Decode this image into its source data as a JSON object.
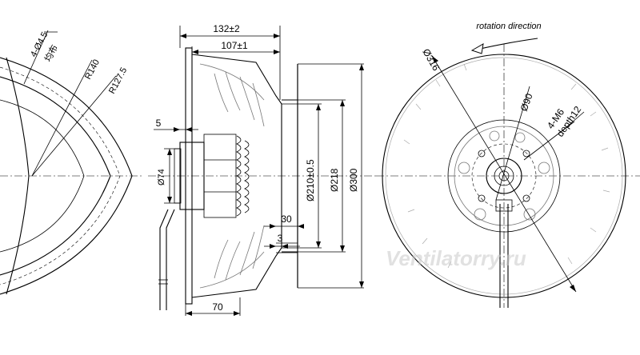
{
  "left_view": {
    "holes_label": "4-Ø4.5",
    "holes_note": "均布",
    "radius_outer": "R140",
    "radius_inner": "R127.5"
  },
  "side_view": {
    "overall_width": "132±2",
    "impeller_width": "107±1",
    "flange_offset": "5",
    "hub_diameter": "Ø74",
    "inlet_diameter": "Ø210±0.5",
    "inlet_ring_diameter": "Ø218",
    "outer_diameter": "Ø300",
    "inlet_depth": "30",
    "ring_thickness": "3",
    "mount_depth": "70"
  },
  "front_view": {
    "rotation_label": "rotation direction",
    "impeller_diameter": "Ø316",
    "bolt_circle": "Ø90",
    "thread_label": "4-M6",
    "thread_depth": "depth12"
  },
  "watermark": "Ventilatorry.ru"
}
